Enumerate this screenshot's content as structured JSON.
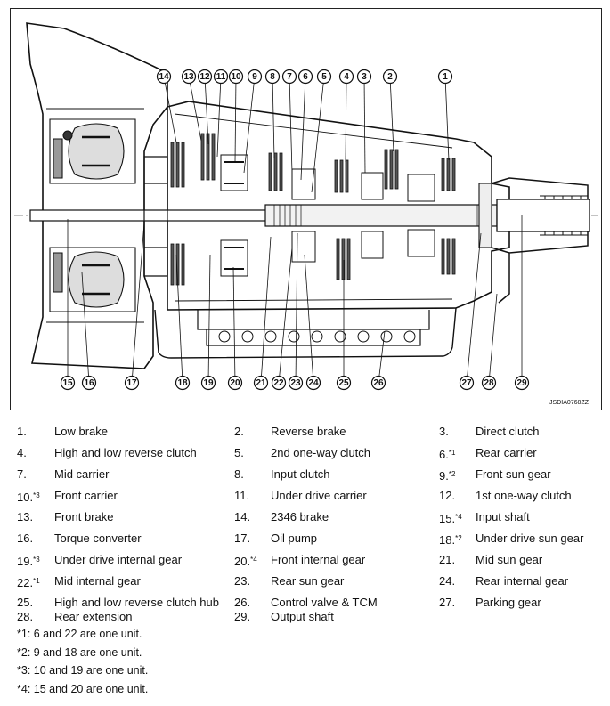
{
  "figure": {
    "code": "JSDIA0768ZZ",
    "callouts_top": [
      "14",
      "13",
      "12",
      "11",
      "10",
      "9",
      "8",
      "7",
      "6",
      "5",
      "4",
      "3",
      "2",
      "1"
    ],
    "callouts_bottom": [
      "15",
      "16",
      "17",
      "18",
      "19",
      "20",
      "21",
      "22",
      "23",
      "24",
      "25",
      "26",
      "27",
      "28",
      "29"
    ]
  },
  "legend": {
    "items": [
      {
        "num": "1.",
        "sup": "",
        "label": "Low brake"
      },
      {
        "num": "2.",
        "sup": "",
        "label": "Reverse brake"
      },
      {
        "num": "3.",
        "sup": "",
        "label": "Direct clutch"
      },
      {
        "num": "4.",
        "sup": "",
        "label": "High and low reverse clutch"
      },
      {
        "num": "5.",
        "sup": "",
        "label": "2nd one-way clutch"
      },
      {
        "num": "6.",
        "sup": "*1",
        "label": "Rear carrier"
      },
      {
        "num": "7.",
        "sup": "",
        "label": "Mid carrier"
      },
      {
        "num": "8.",
        "sup": "",
        "label": "Input clutch"
      },
      {
        "num": "9.",
        "sup": "*2",
        "label": "Front sun gear"
      },
      {
        "num": "10.",
        "sup": "*3",
        "label": "Front carrier"
      },
      {
        "num": "11.",
        "sup": "",
        "label": "Under drive carrier"
      },
      {
        "num": "12.",
        "sup": "",
        "label": "1st one-way clutch"
      },
      {
        "num": "13.",
        "sup": "",
        "label": "Front brake"
      },
      {
        "num": "14.",
        "sup": "",
        "label": "2346 brake"
      },
      {
        "num": "15.",
        "sup": "*4",
        "label": "Input shaft"
      },
      {
        "num": "16.",
        "sup": "",
        "label": "Torque converter"
      },
      {
        "num": "17.",
        "sup": "",
        "label": "Oil pump"
      },
      {
        "num": "18.",
        "sup": "*2",
        "label": "Under drive sun gear"
      },
      {
        "num": "19.",
        "sup": "*3",
        "label": "Under drive internal gear"
      },
      {
        "num": "20.",
        "sup": "*4",
        "label": "Front internal gear"
      },
      {
        "num": "21.",
        "sup": "",
        "label": "Mid sun gear"
      },
      {
        "num": "22.",
        "sup": "*1",
        "label": "Mid internal gear"
      },
      {
        "num": "23.",
        "sup": "",
        "label": "Rear sun gear"
      },
      {
        "num": "24.",
        "sup": "",
        "label": "Rear internal gear"
      },
      {
        "num": "25.",
        "sup": "",
        "label": "High and low reverse clutch hub"
      },
      {
        "num": "26.",
        "sup": "",
        "label": "Control valve & TCM"
      },
      {
        "num": "27.",
        "sup": "",
        "label": "Parking gear"
      },
      {
        "num": "28.",
        "sup": "",
        "label": "Rear extension"
      },
      {
        "num": "29.",
        "sup": "",
        "label": "Output shaft"
      }
    ]
  },
  "notes": [
    "*1: 6 and 22 are one unit.",
    "*2: 9 and 18 are one unit.",
    "*3: 10 and 19 are one unit.",
    "*4: 15 and 20 are one unit."
  ]
}
